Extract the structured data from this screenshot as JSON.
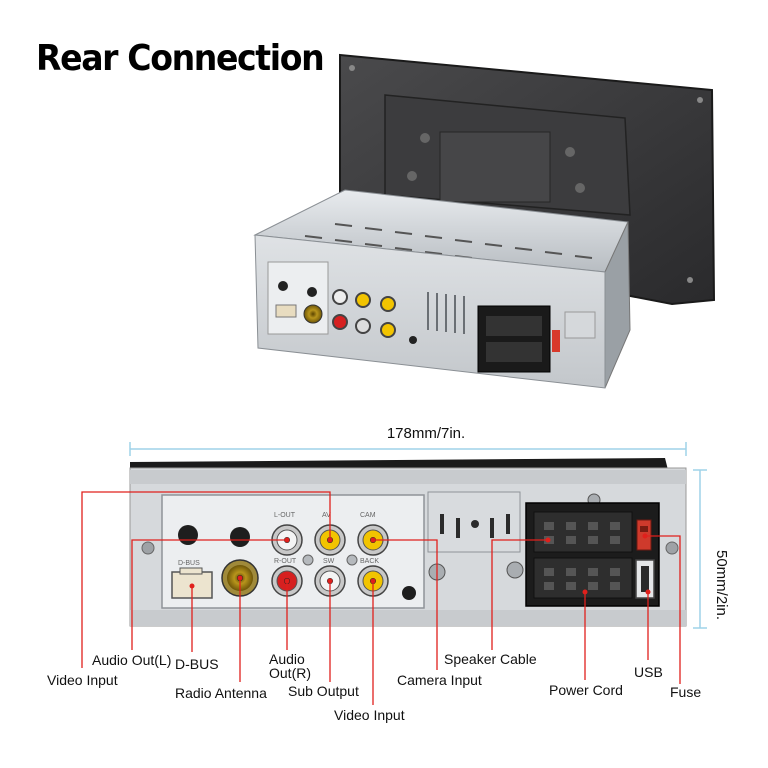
{
  "title": "Rear Connection",
  "dimensions": {
    "width": "178mm/7in.",
    "height": "50mm/2in."
  },
  "port_marks": {
    "lout": "L-OUT",
    "rout": "R-OUT",
    "av": "AV",
    "sw": "SW",
    "cam": "CAM",
    "back": "BACK",
    "dbus": "D-BUS"
  },
  "labels": {
    "audio_out_l": "Audio Out(L)",
    "video_input_left": "Video Input",
    "d_bus": "D-BUS",
    "radio_antenna": "Radio Antenna",
    "audio_out_r_line1": "Audio",
    "audio_out_r_line2": "Out(R)",
    "sub_output": "Sub Output",
    "video_input_bottom": "Video Input",
    "camera_input": "Camera Input",
    "speaker_cable": "Speaker Cable",
    "power_cord": "Power Cord",
    "usb": "USB",
    "fuse": "Fuse"
  },
  "colors": {
    "callout_red": "#e0201c",
    "dimension_blue": "#9fd2e8",
    "chassis_silver": "#cfd3d6",
    "rca_red": "#d62020",
    "rca_yellow": "#f2c400",
    "rca_white": "#f4f4f4"
  }
}
